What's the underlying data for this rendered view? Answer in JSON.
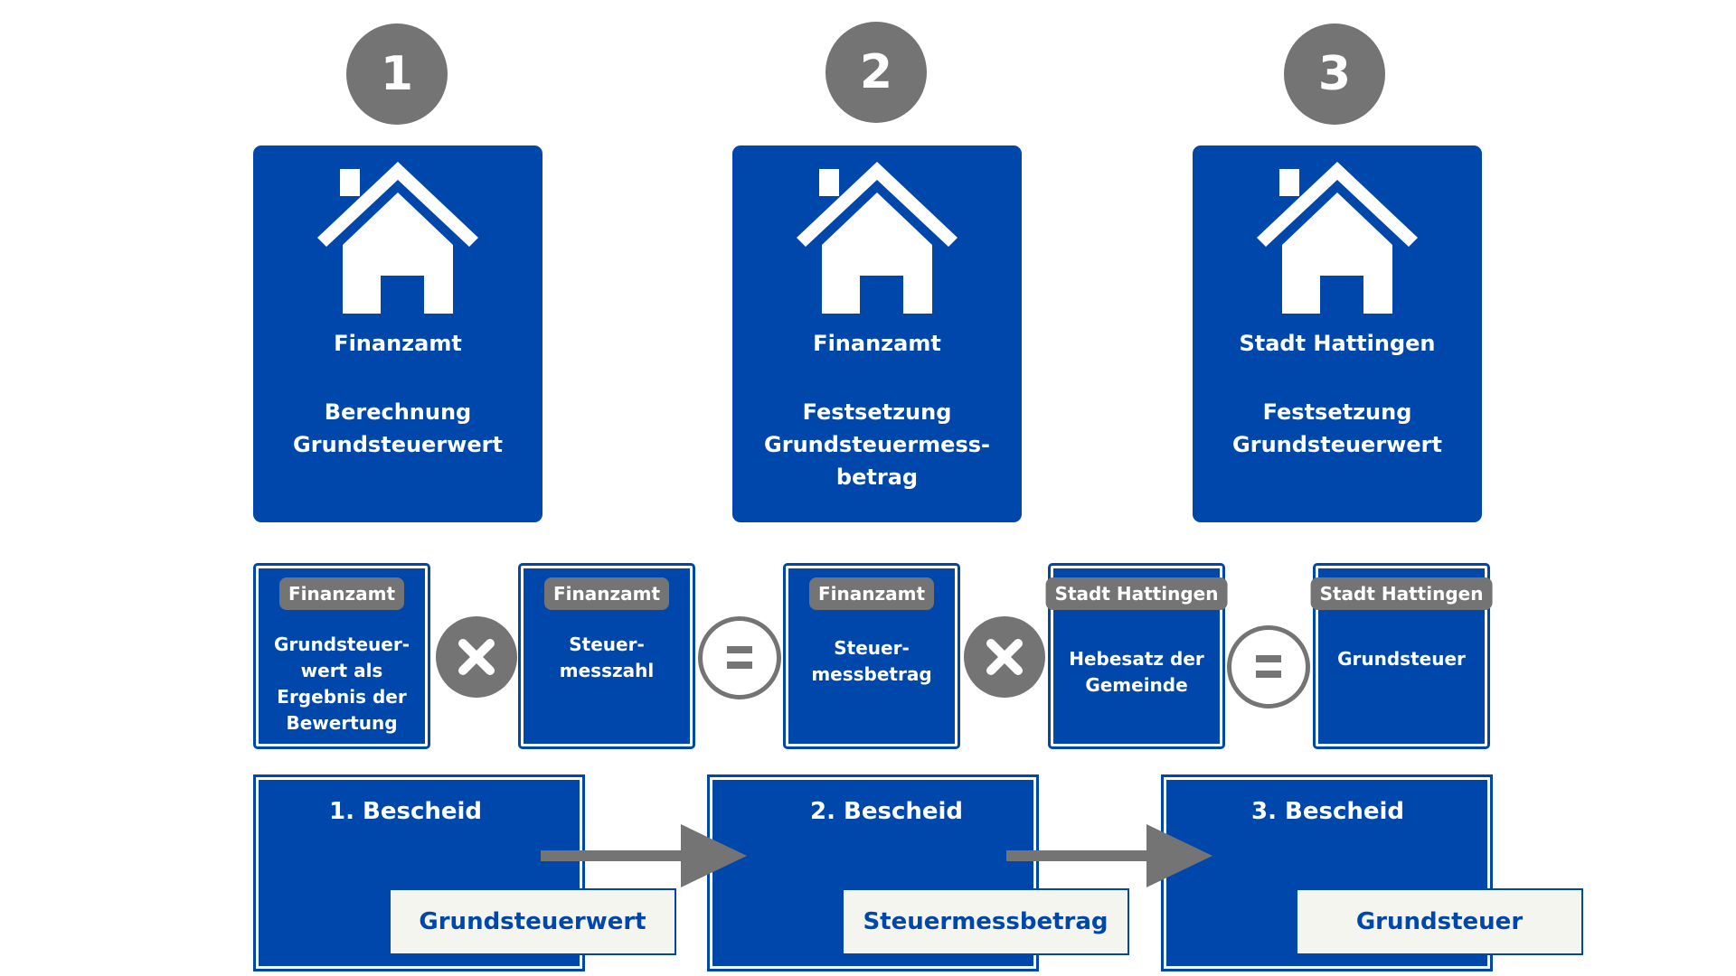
{
  "steps": [
    {
      "number": "1",
      "card_title": "Finanzamt",
      "card_desc": "Berechnung\nGrundsteuerwert"
    },
    {
      "number": "2",
      "card_title": "Finanzamt",
      "card_desc": "Festsetzung\nGrundsteuermess-\nbetrag"
    },
    {
      "number": "3",
      "card_title": "Stadt Hattingen",
      "card_desc": "Festsetzung\nGrundsteuerwert"
    }
  ],
  "formula": [
    {
      "chip": "Finanzamt",
      "text": "Grundsteuer-\nwert als\nErgebnis der\nBewertung"
    },
    {
      "chip": "Finanzamt",
      "text": "Steuer-\nmesszahl"
    },
    {
      "chip": "Finanzamt",
      "text": "Steuer-\nmessbetrag"
    },
    {
      "chip": "Stadt Hattingen",
      "text": "Hebesatz der\nGemeinde"
    },
    {
      "chip": "Stadt Hattingen",
      "text": "Grundsteuer"
    }
  ],
  "operators": [
    "multiply-icon",
    "equals-icon",
    "multiply-icon",
    "equals-icon"
  ],
  "bescheide": [
    {
      "title": "1.  Bescheid",
      "result": "Grundsteuerwert"
    },
    {
      "title": "2.  Bescheid",
      "result": "Steuermessbetrag"
    },
    {
      "title": "3.  Bescheid",
      "result": "Grundsteuer"
    }
  ],
  "colors": {
    "blue": "#0047ab",
    "gray": "#747474",
    "result_bg": "#f5f5ef"
  }
}
